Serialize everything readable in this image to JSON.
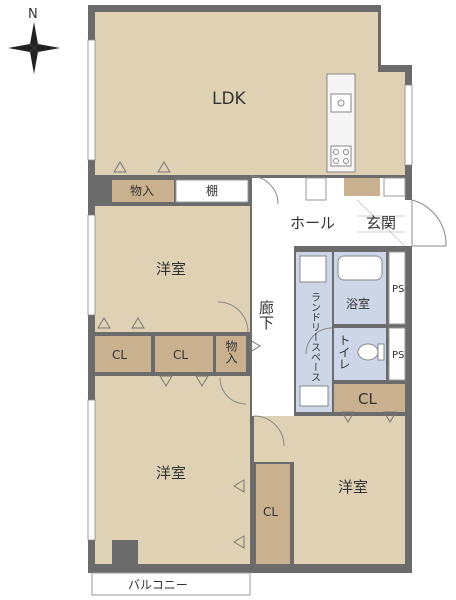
{
  "compass": {
    "north_label": "N",
    "icon": "compass-rose-icon"
  },
  "rooms": {
    "ldk": "LDK",
    "storage_top": "物入",
    "shelf": "棚",
    "hall": "ホール",
    "entrance": "玄関",
    "western_room_1": "洋室",
    "corridor": "廊下",
    "laundry_space": "ランドリースペース",
    "bath": "浴室",
    "ps_1": "PS",
    "ps_2": "PS",
    "toilet": "トイレ",
    "cl_1": "CL",
    "cl_2": "CL",
    "storage_mid": "物入",
    "cl_3": "CL",
    "western_room_2": "洋室",
    "western_room_3": "洋室",
    "cl_4": "CL",
    "balcony": "バルコニー"
  },
  "colors": {
    "room_fill": "#dfd2b4",
    "closet_fill": "#c9b08e",
    "wet_fill": "#ccd6e6",
    "wall": "#5a5a5a",
    "outline": "#999999"
  }
}
